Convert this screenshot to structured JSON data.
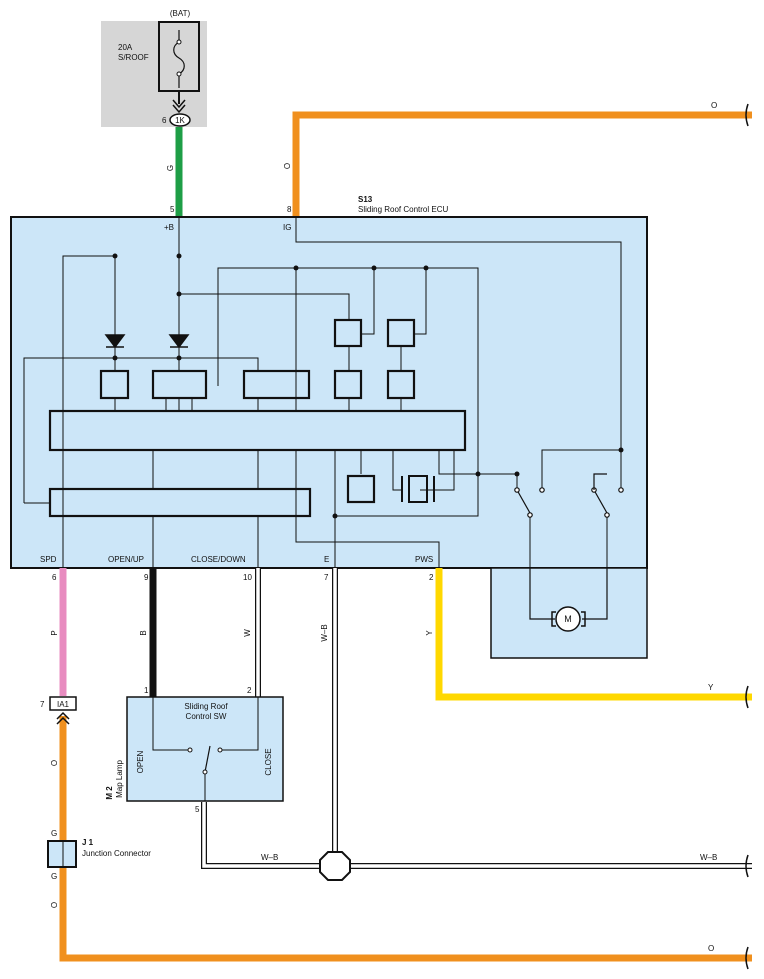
{
  "fuse": {
    "source": "(BAT)",
    "rating": "20A",
    "name": "S/ROOF",
    "connector": "1K",
    "pin": "6"
  },
  "ecu": {
    "code": "S13",
    "name": "Sliding Roof Control ECU",
    "pins_top": [
      {
        "pin": "5",
        "label": "+B"
      },
      {
        "pin": "8",
        "label": "IG"
      }
    ],
    "pins_bottom": [
      {
        "pin": "6",
        "label": "SPD"
      },
      {
        "pin": "9",
        "label": "OPEN/UP"
      },
      {
        "pin": "10",
        "label": "CLOSE/DOWN"
      },
      {
        "pin": "7",
        "label": "E"
      },
      {
        "pin": "2",
        "label": "PWS"
      }
    ]
  },
  "motor": {
    "symbol": "M"
  },
  "switch": {
    "code": "M 2",
    "location": "Map Lamp",
    "title_line1": "Sliding Roof",
    "title_line2": "Control SW",
    "open": "OPEN",
    "close": "CLOSE",
    "pin_open": "1",
    "pin_close": "2",
    "pin_ground": "5"
  },
  "connector_ia1": {
    "name": "IA1",
    "pin": "7"
  },
  "junction": {
    "code": "J 1",
    "name": "Junction Connector",
    "pin_top": "G",
    "pin_bottom": "G"
  },
  "wires": {
    "g": "G",
    "o": "O",
    "p": "P",
    "b": "B",
    "w": "W",
    "wb": "W–B",
    "y": "Y"
  },
  "colors": {
    "ecu_fill": "#cce6f8",
    "fuse_box_fill": "#d6d6d6",
    "orange": "#f0901e",
    "green": "#1e9e46",
    "pink": "#e88cc0",
    "yellow": "#ffd800",
    "black": "#111111"
  }
}
